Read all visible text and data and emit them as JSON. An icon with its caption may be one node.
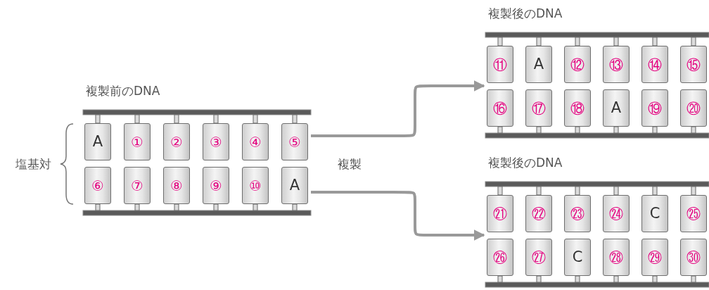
{
  "diagram": {
    "nodes": [
      {
        "text": [
          "複製前のDNA"
        ]
      },
      {
        "text": [
          "A"
        ],
        "in": 0
      },
      {
        "text": [
          "①"
        ],
        "in": 0
      },
      {
        "text": [
          "②"
        ],
        "in": 0
      },
      {
        "text": [
          "③"
        ],
        "in": 0
      },
      {
        "text": [
          "④"
        ],
        "in": 0
      },
      {
        "text": [
          "⑤"
        ],
        "in": 0
      },
      {
        "text": [
          "⑥"
        ],
        "in": 0
      },
      {
        "text": [
          "⑦"
        ],
        "in": 0
      },
      {
        "text": [
          "⑧"
        ],
        "in": 0
      },
      {
        "text": [
          "⑨"
        ],
        "in": 0
      },
      {
        "text": [
          "⑩"
        ],
        "in": 0
      },
      {
        "text": [
          "A"
        ],
        "in": 0
      },
      {
        "text": [
          "複製後のDNA"
        ]
      },
      {
        "text": [
          "⑪"
        ],
        "in": 13
      },
      {
        "text": [
          "A"
        ],
        "in": 13
      },
      {
        "text": [
          "⑫"
        ],
        "in": 13
      },
      {
        "text": [
          "⑬"
        ],
        "in": 13
      },
      {
        "text": [
          "⑭"
        ],
        "in": 13
      },
      {
        "text": [
          "⑮"
        ],
        "in": 13
      },
      {
        "text": [
          "⑯"
        ],
        "in": 13
      },
      {
        "text": [
          "⑰"
        ],
        "in": 13
      },
      {
        "text": [
          "⑱"
        ],
        "in": 13
      },
      {
        "text": [
          "A"
        ],
        "in": 13
      },
      {
        "text": [
          "⑲"
        ],
        "in": 13
      },
      {
        "text": [
          "⑳"
        ],
        "in": 13
      },
      {
        "text": [
          "複製後のDNA"
        ]
      },
      {
        "text": [
          "㉑"
        ],
        "in": 26
      },
      {
        "text": [
          "㉒"
        ],
        "in": 26
      },
      {
        "text": [
          "㉓"
        ],
        "in": 26
      },
      {
        "text": [
          "㉔"
        ],
        "in": 26
      },
      {
        "text": [
          "C"
        ],
        "in": 26
      },
      {
        "text": [
          "㉕"
        ],
        "in": 26
      },
      {
        "text": [
          "㉖"
        ],
        "in": 26
      },
      {
        "text": [
          "㉗"
        ],
        "in": 26
      },
      {
        "text": [
          "C"
        ],
        "in": 26
      },
      {
        "text": [
          "㉘"
        ],
        "in": 26
      },
      {
        "text": [
          "㉙"
        ],
        "in": 26
      },
      {
        "text": [
          "㉚"
        ],
        "in": 26
      }
    ],
    "edges": [
      {
        "from": 0,
        "to": 13,
        "arrow": "to"
      },
      {
        "from": 0,
        "to": 26,
        "arrow": "to"
      }
    ],
    "labels": [
      "塩基対",
      "複製"
    ]
  }
}
